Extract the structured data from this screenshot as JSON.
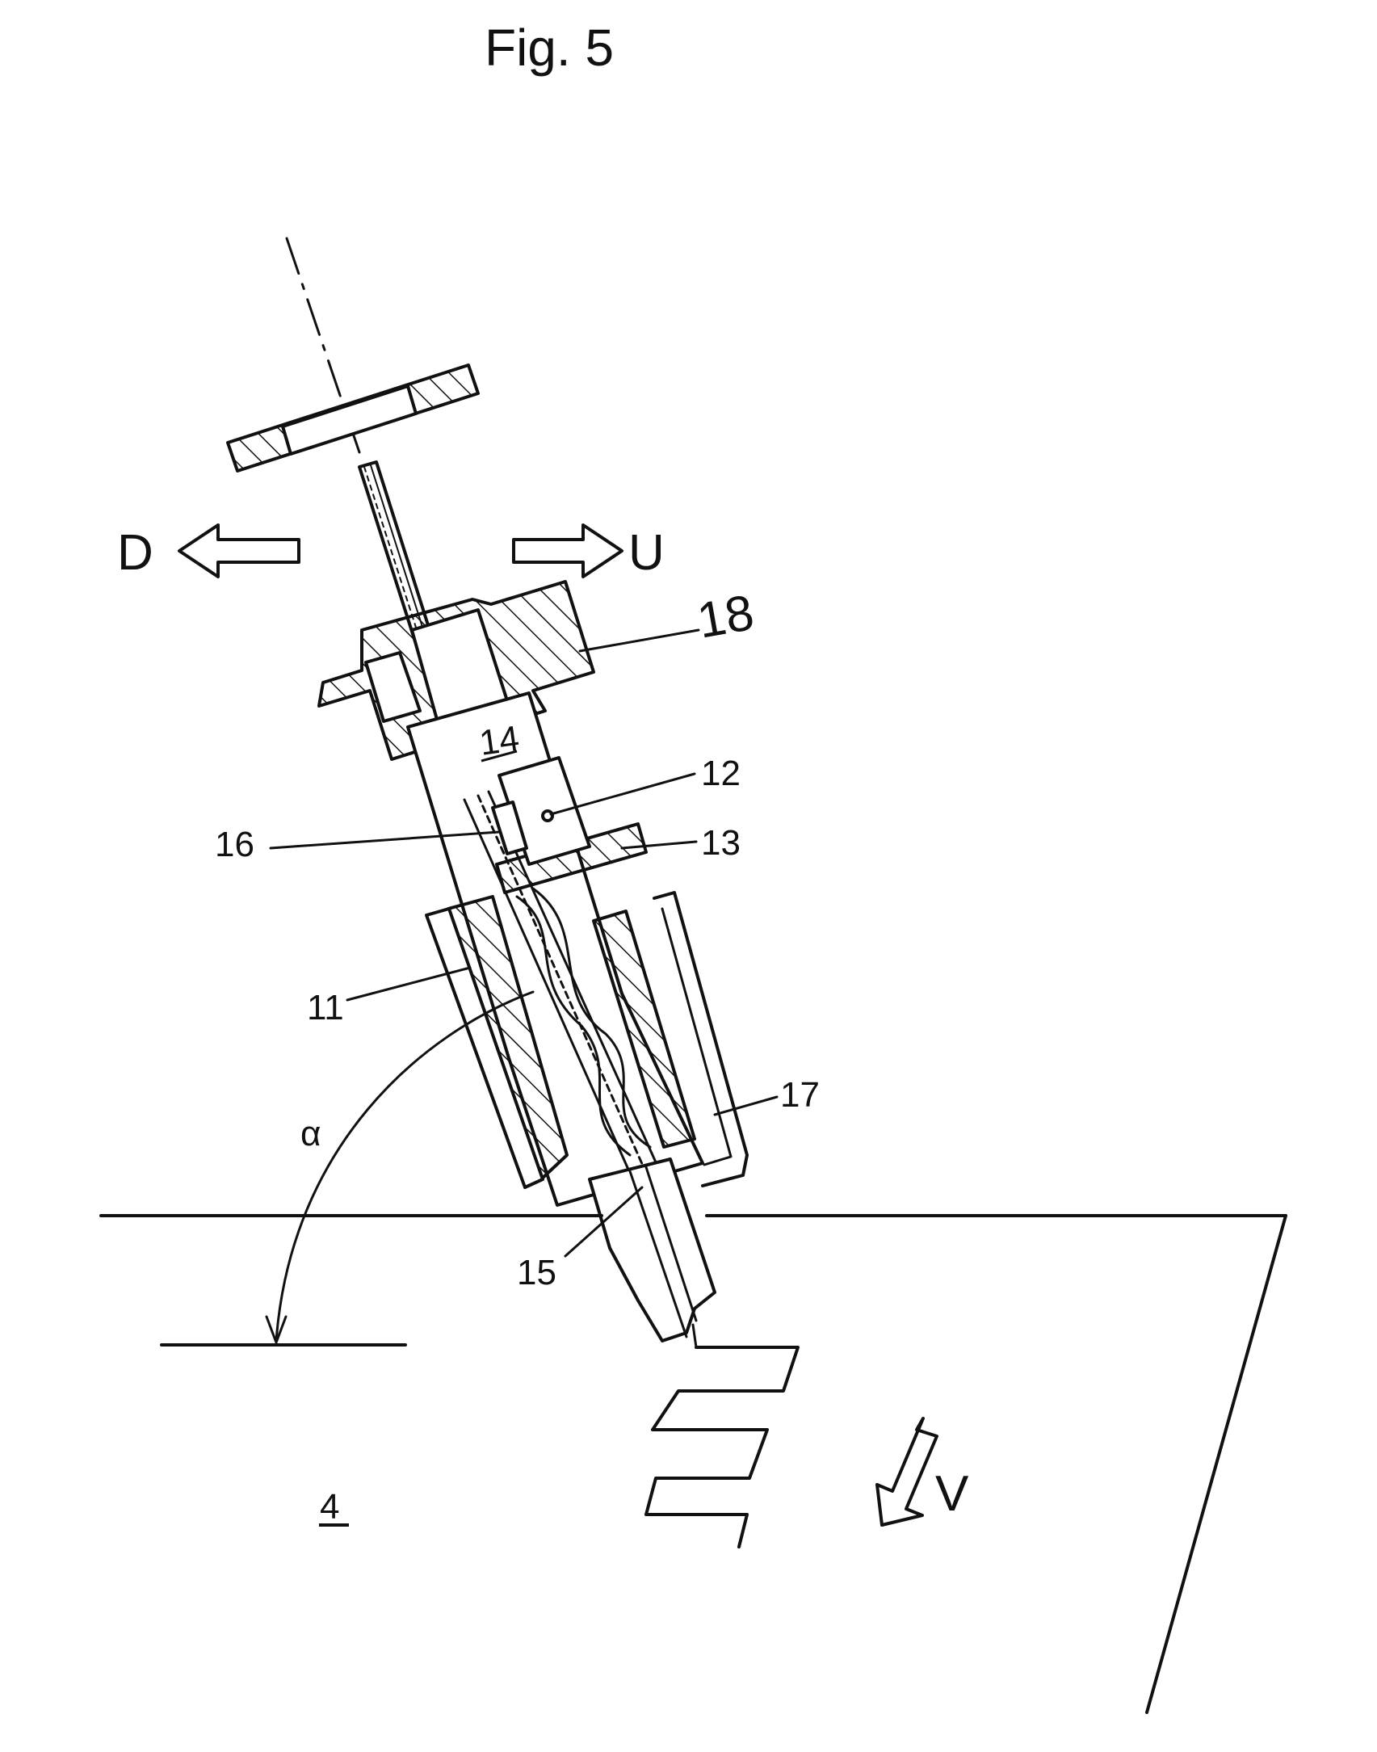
{
  "figure": {
    "title": "Fig. 5",
    "labels": {
      "d": "D",
      "u": "U",
      "v": "V",
      "alpha": "α",
      "ref_4": "4",
      "ref_11": "11",
      "ref_12": "12",
      "ref_13": "13",
      "ref_14": "14",
      "ref_15": "15",
      "ref_16": "16",
      "ref_17": "17",
      "ref_18": "18"
    }
  },
  "colors": {
    "ink": "#111111",
    "paper": "#ffffff"
  }
}
